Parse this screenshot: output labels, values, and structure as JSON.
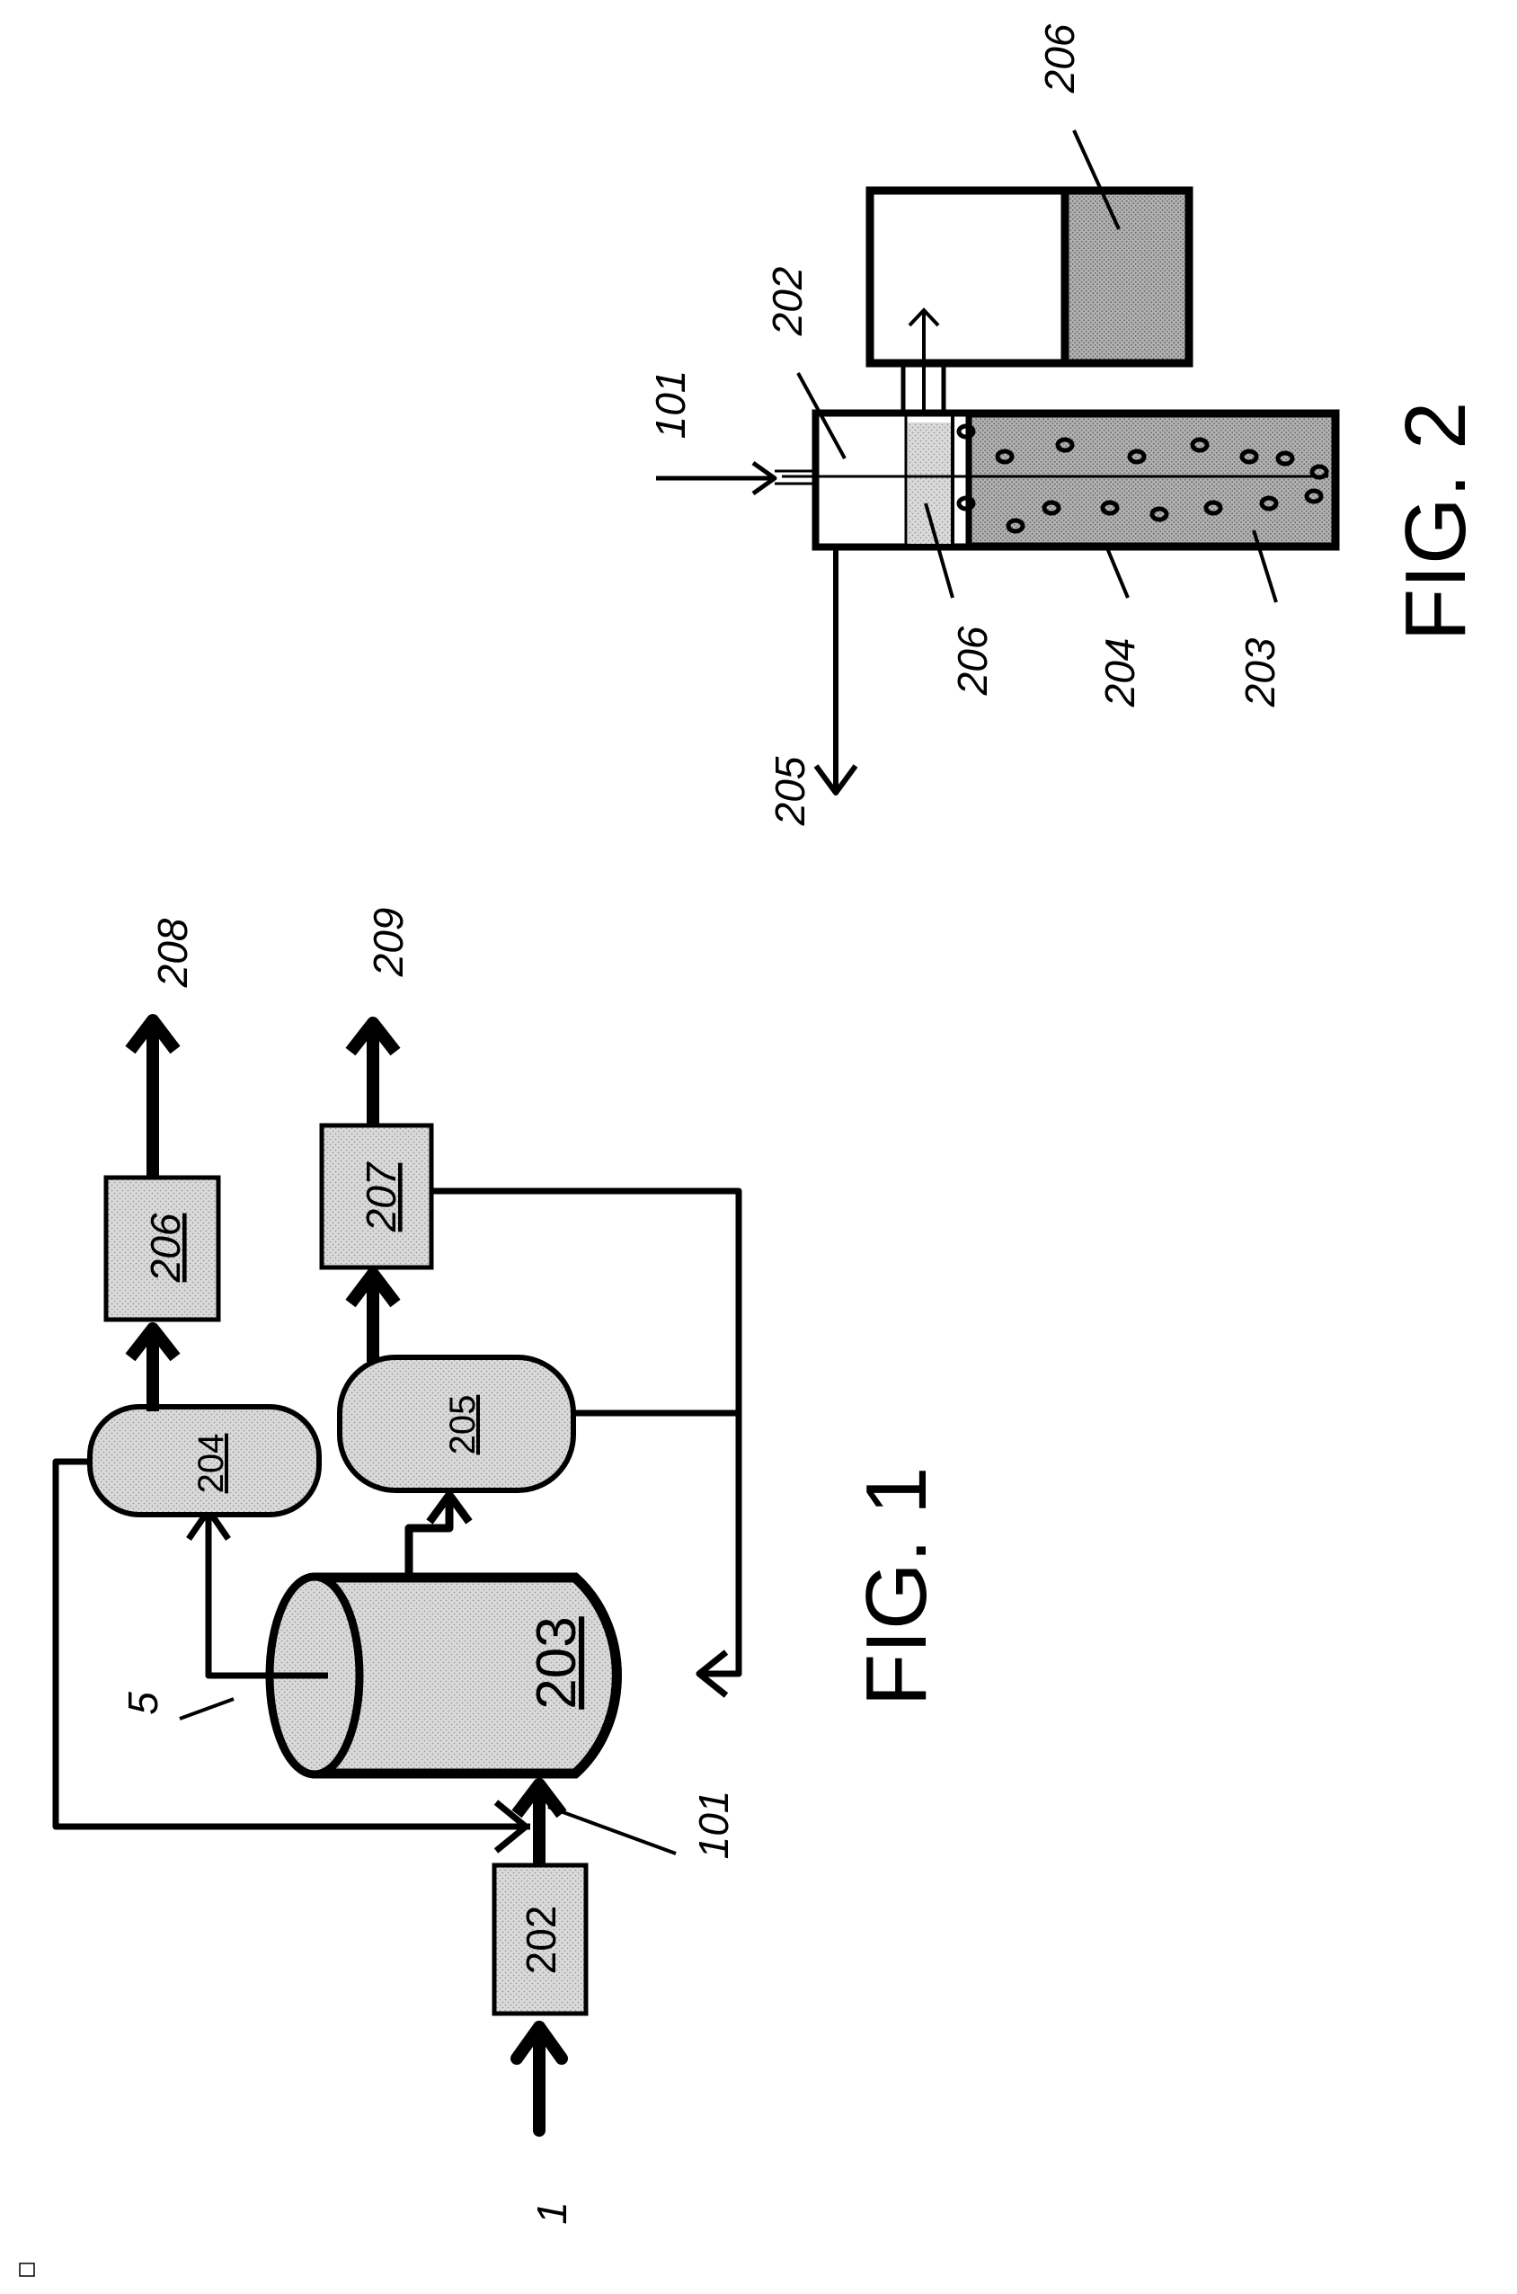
{
  "fig1": {
    "caption": "FIG. 1",
    "input_label": "1",
    "feed_ref": "101",
    "vent_ref": "5",
    "box_202": "202",
    "reactor_203": "203",
    "vessel_204": "204",
    "vessel_205": "205",
    "box_206": "206",
    "box_207": "207",
    "out_208": "208",
    "out_209": "209"
  },
  "fig2": {
    "caption": "FIG. 2",
    "inlet_ref": "101",
    "top_ref": "202",
    "right_ref": "206",
    "outlet_ref": "205",
    "membrane_ref": "206",
    "wall_ref": "204",
    "bed_ref": "203"
  },
  "colors": {
    "fill_light": "#d8d8d8",
    "fill_dark": "#a8a8a8",
    "line": "#000000"
  }
}
